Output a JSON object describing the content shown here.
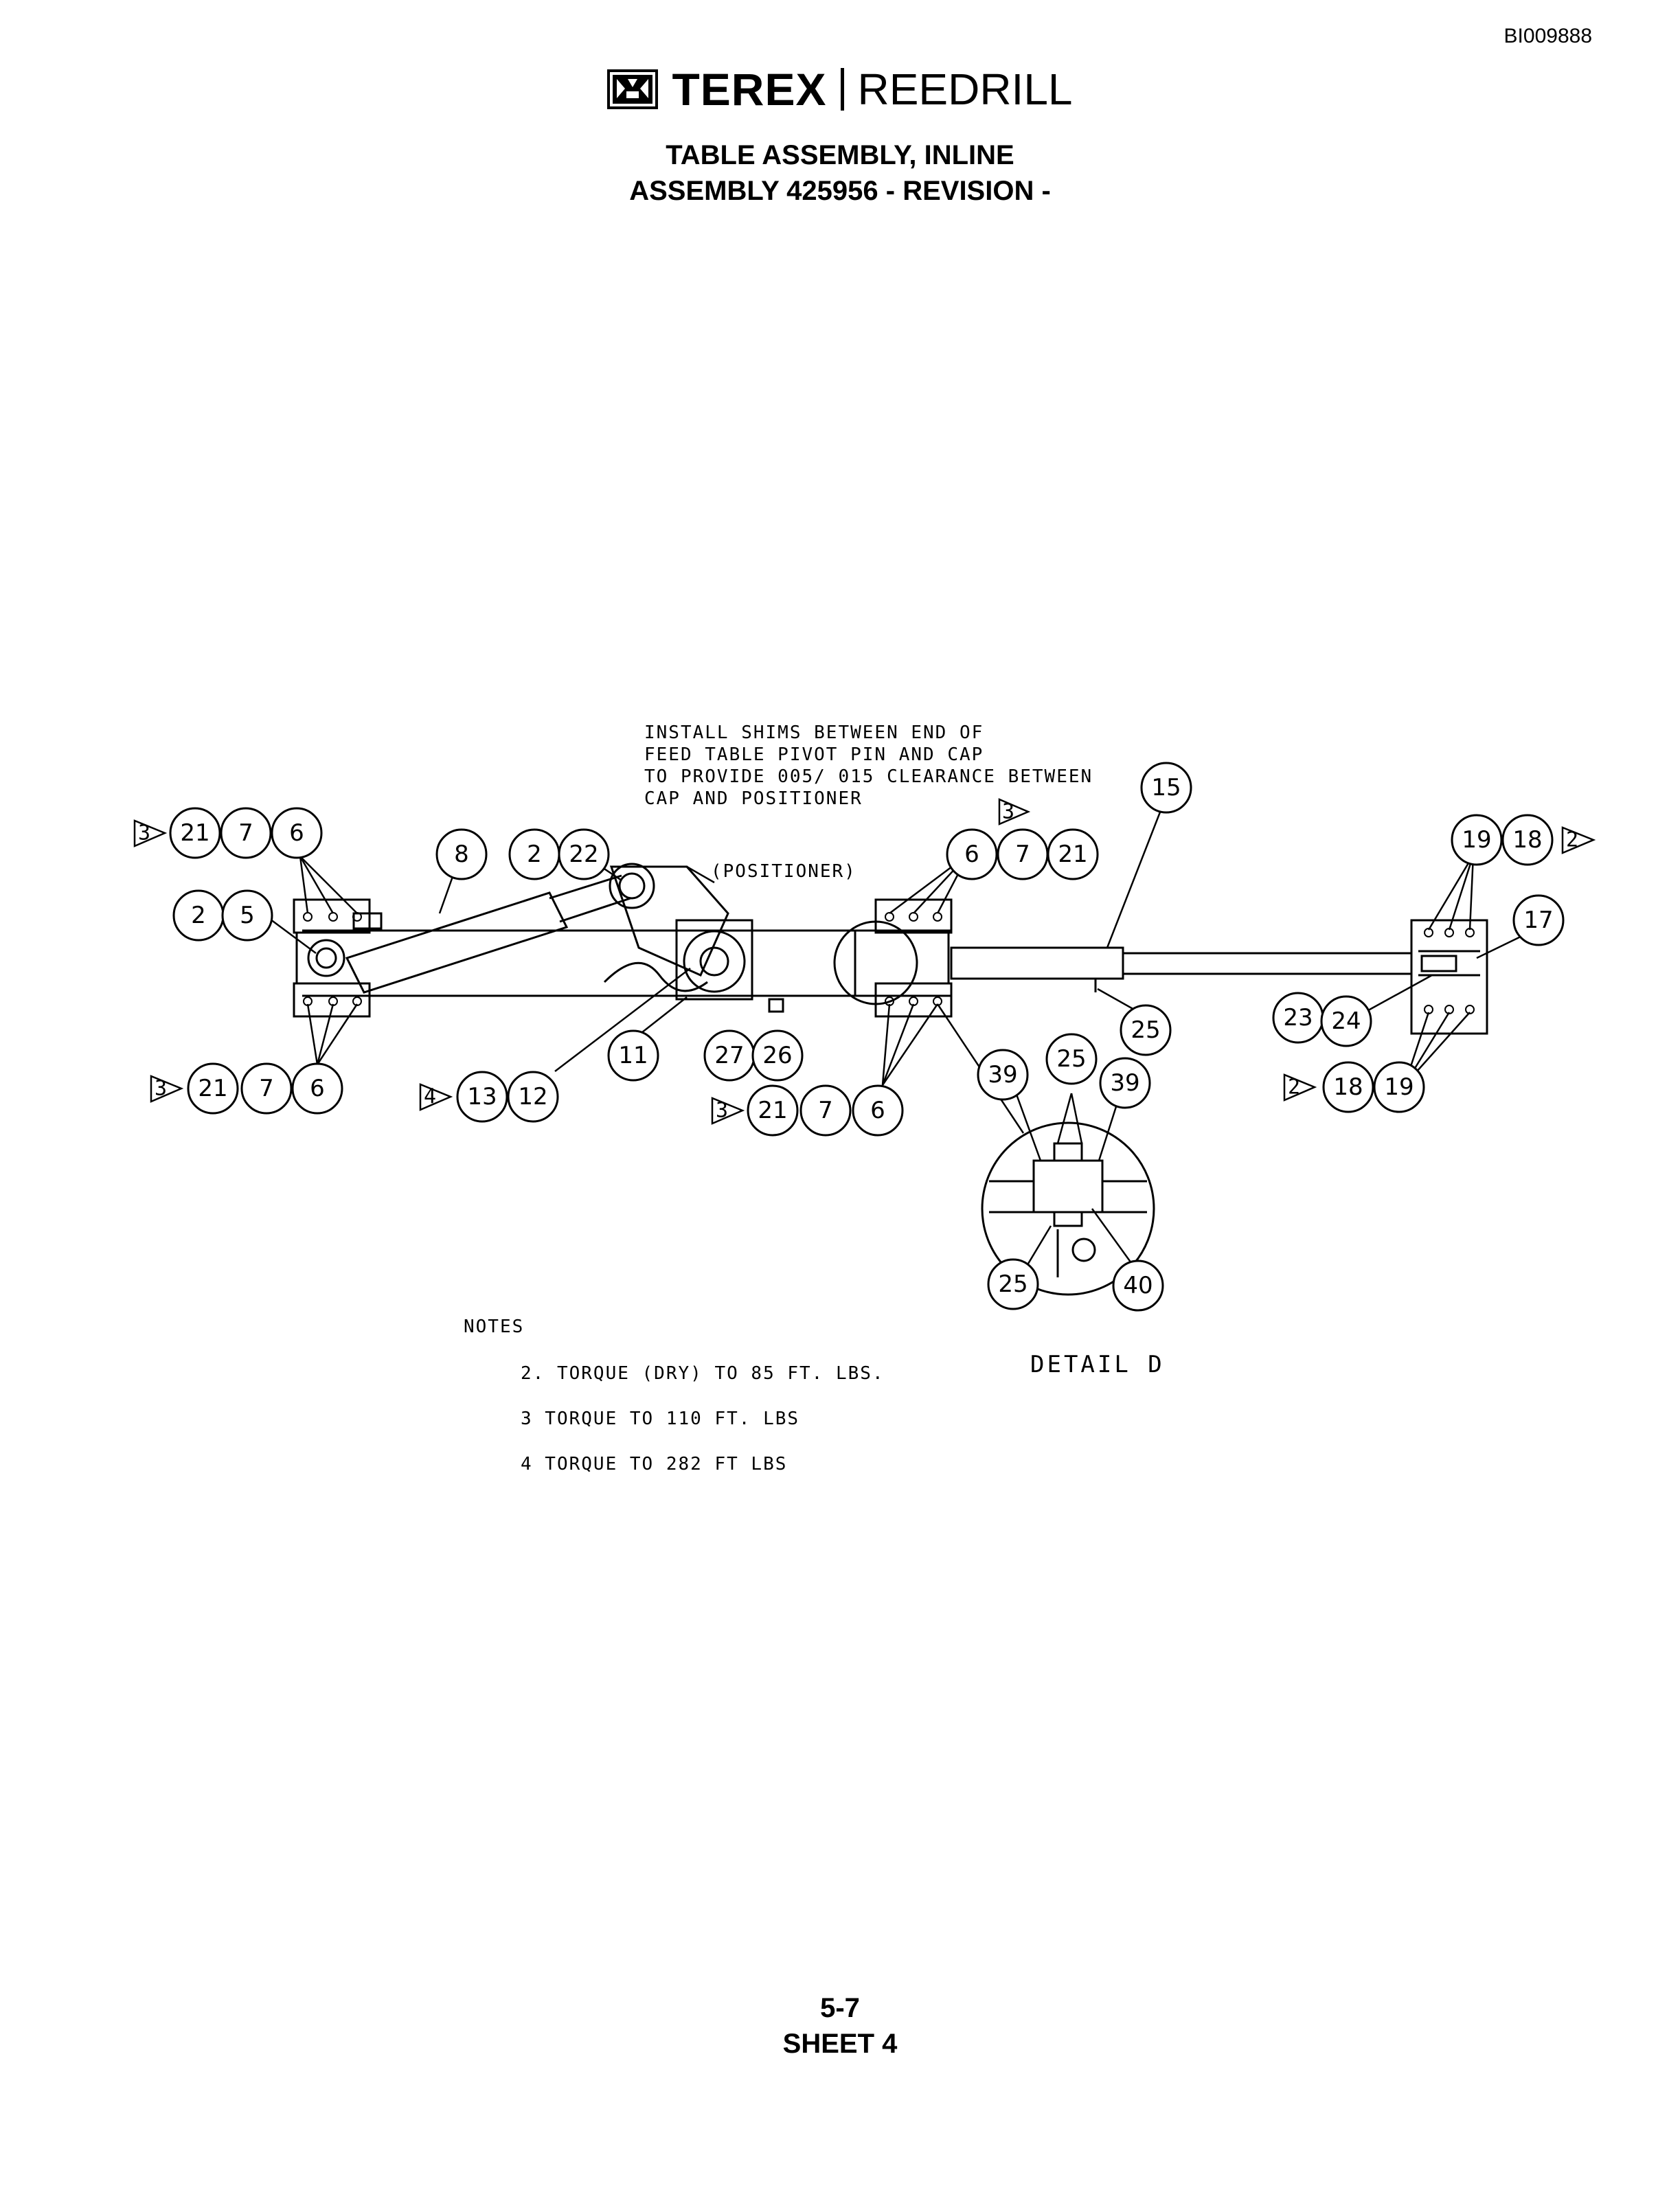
{
  "doc_id": "BI009888",
  "brand": {
    "name": "TEREX",
    "sub": "REEDRILL"
  },
  "title": {
    "line1": "TABLE ASSEMBLY, INLINE",
    "line2": "ASSEMBLY 425956 - REVISION -"
  },
  "install_note": [
    "INSTALL SHIMS BETWEEN END OF",
    "FEED TABLE PIVOT PIN AND CAP",
    "TO PROVIDE 005/ 015 CLEARANCE BETWEEN",
    "CAP AND POSITIONER"
  ],
  "positioner_label": "(POSITIONER)",
  "notes_heading": "NOTES",
  "notes": [
    "2. TORQUE (DRY) TO 85 FT. LBS.",
    "3  TORQUE  TO 110 FT. LBS",
    "4  TORQUE  TO 282 FT  LBS"
  ],
  "detail_label": "DETAIL  D",
  "balloons": [
    {
      "id": "b-21-tl",
      "label": "21"
    },
    {
      "id": "b-7-tl",
      "label": "7"
    },
    {
      "id": "b-6-tl",
      "label": "6"
    },
    {
      "id": "b-2-l",
      "label": "2"
    },
    {
      "id": "b-5-l",
      "label": "5"
    },
    {
      "id": "b-21-bl",
      "label": "21"
    },
    {
      "id": "b-7-bl",
      "label": "7"
    },
    {
      "id": "b-6-bl",
      "label": "6"
    },
    {
      "id": "b-8",
      "label": "8"
    },
    {
      "id": "b-2-t",
      "label": "2"
    },
    {
      "id": "b-22",
      "label": "22"
    },
    {
      "id": "b-13",
      "label": "13"
    },
    {
      "id": "b-12",
      "label": "12"
    },
    {
      "id": "b-11",
      "label": "11"
    },
    {
      "id": "b-27",
      "label": "27"
    },
    {
      "id": "b-26",
      "label": "26"
    },
    {
      "id": "b-21-bc",
      "label": "21"
    },
    {
      "id": "b-7-bc",
      "label": "7"
    },
    {
      "id": "b-6-bc",
      "label": "6"
    },
    {
      "id": "b-6-tc",
      "label": "6"
    },
    {
      "id": "b-7-tc",
      "label": "7"
    },
    {
      "id": "b-21-tc",
      "label": "21"
    },
    {
      "id": "b-15",
      "label": "15"
    },
    {
      "id": "b-25-r",
      "label": "25"
    },
    {
      "id": "b-19-tr",
      "label": "19"
    },
    {
      "id": "b-18-tr",
      "label": "18"
    },
    {
      "id": "b-17",
      "label": "17"
    },
    {
      "id": "b-23",
      "label": "23"
    },
    {
      "id": "b-24",
      "label": "24"
    },
    {
      "id": "b-18-br",
      "label": "18"
    },
    {
      "id": "b-19-br",
      "label": "19"
    },
    {
      "id": "b-39-l",
      "label": "39"
    },
    {
      "id": "b-25-d",
      "label": "25"
    },
    {
      "id": "b-39-r",
      "label": "39"
    },
    {
      "id": "b-25-db",
      "label": "25"
    },
    {
      "id": "b-40",
      "label": "40"
    }
  ],
  "flags": [
    {
      "id": "f-3-tl",
      "label": "3"
    },
    {
      "id": "f-3-bl",
      "label": "3"
    },
    {
      "id": "f-4",
      "label": "4"
    },
    {
      "id": "f-3-bc",
      "label": "3"
    },
    {
      "id": "f-3-note",
      "label": "3"
    },
    {
      "id": "f-2-tr",
      "label": "2"
    },
    {
      "id": "f-2-br",
      "label": "2"
    }
  ],
  "footer": {
    "page": "5-7",
    "sheet": "SHEET 4"
  }
}
